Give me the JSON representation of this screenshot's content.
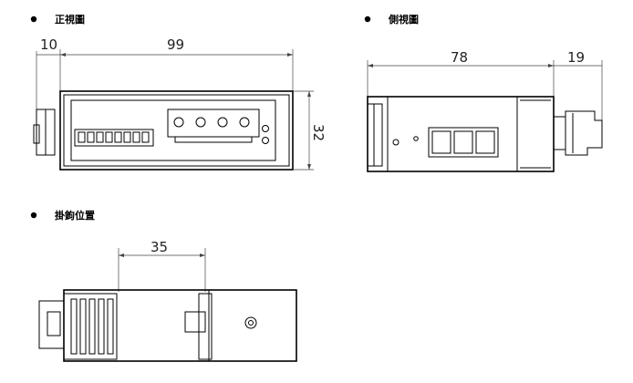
{
  "views": {
    "front": {
      "title": "正視圖",
      "width_dim": "99",
      "height_dim": "32",
      "rail_dim": "10"
    },
    "side": {
      "title": "側視圖",
      "width_dim": "78",
      "offset_dim": "19"
    },
    "hook": {
      "title": "掛鉤位置",
      "offset_dim": "35"
    }
  }
}
